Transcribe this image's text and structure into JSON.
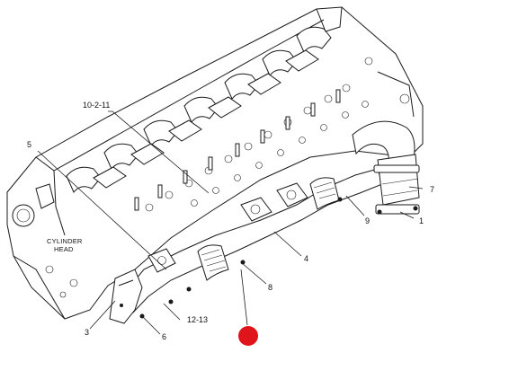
{
  "diagram": {
    "head_label_line1": "CYLINDER",
    "head_label_line2": "HEAD",
    "callouts": [
      {
        "id": "c-10-2-11",
        "text": "10-2-11"
      },
      {
        "id": "c-5",
        "text": "5"
      },
      {
        "id": "c-7",
        "text": "7"
      },
      {
        "id": "c-1",
        "text": "1"
      },
      {
        "id": "c-9",
        "text": "9"
      },
      {
        "id": "c-4",
        "text": "4"
      },
      {
        "id": "c-8",
        "text": "8"
      },
      {
        "id": "c-12-13",
        "text": "12-13"
      },
      {
        "id": "c-3",
        "text": "3"
      },
      {
        "id": "c-6",
        "text": "6"
      }
    ],
    "marker_color": "#e0141b",
    "line_color": "#1a1a1a"
  }
}
